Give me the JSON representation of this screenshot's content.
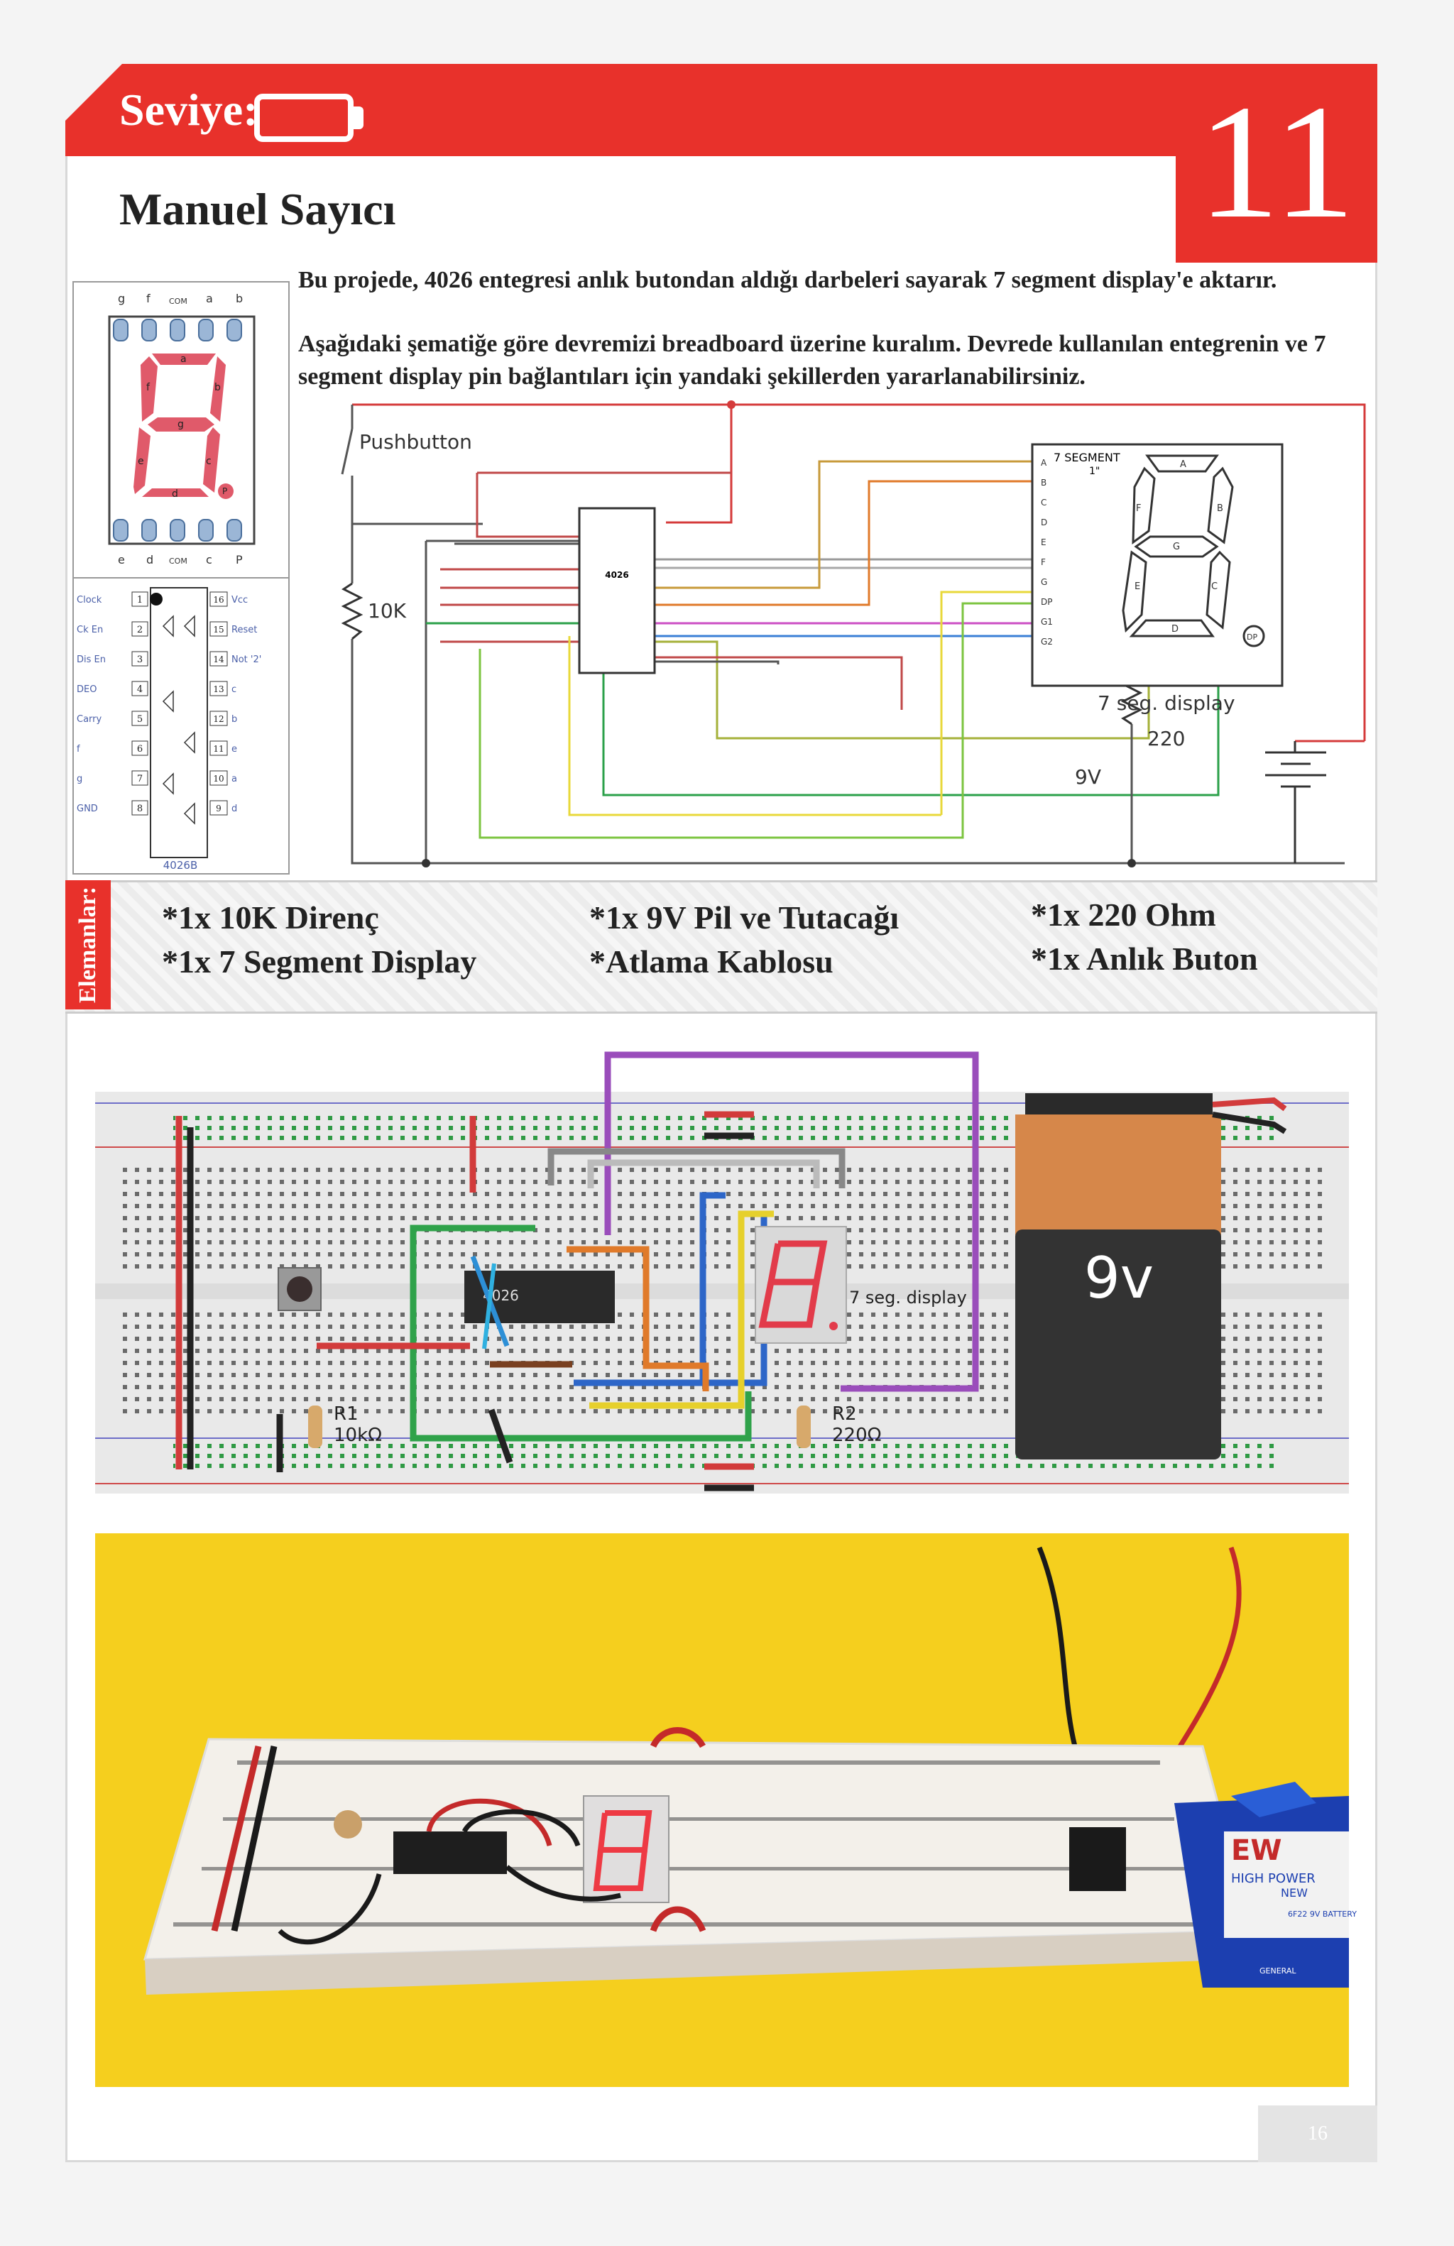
{
  "header": {
    "level_label": "Seviye:",
    "project_number": "11",
    "title": "Manuel Sayıcı"
  },
  "intro": {
    "paragraph1": "Bu projede, 4026 entegresi anlık butondan aldığı darbeleri sayarak 7 segment display'e aktarır.",
    "paragraph2": "Aşağıdaki şematiğe göre devremizi breadboard üzerine kuralım. Devrede kullanılan entegrenin ve 7 segment display pin bağlantıları için yandaki şekillerden yararlanabilirsiniz."
  },
  "pinout": {
    "top_labels": [
      "g",
      "f",
      "COM",
      "a",
      "b"
    ],
    "bottom_labels": [
      "e",
      "d",
      "COM",
      "c",
      "P"
    ],
    "segment_labels": [
      "a",
      "b",
      "c",
      "d",
      "e",
      "f",
      "g",
      "P"
    ],
    "ic_left_pins": [
      {
        "name": "Clock",
        "num": "1"
      },
      {
        "name": "Ck En",
        "num": "2"
      },
      {
        "name": "Dis En",
        "num": "3"
      },
      {
        "name": "DEO",
        "num": "4"
      },
      {
        "name": "Carry",
        "num": "5"
      },
      {
        "name": "f",
        "num": "6"
      },
      {
        "name": "g",
        "num": "7"
      },
      {
        "name": "GND",
        "num": "8"
      }
    ],
    "ic_right_pins": [
      {
        "name": "Vcc",
        "num": "16"
      },
      {
        "name": "Reset",
        "num": "15"
      },
      {
        "name": "Not '2'",
        "num": "14"
      },
      {
        "name": "c",
        "num": "13"
      },
      {
        "name": "b",
        "num": "12"
      },
      {
        "name": "e",
        "num": "11"
      },
      {
        "name": "a",
        "num": "10"
      },
      {
        "name": "d",
        "num": "9"
      }
    ],
    "ic_name": "4026B"
  },
  "schematic": {
    "pushbutton_label": "Pushbutton",
    "r1_label": "10K",
    "ic_label": "4026",
    "display_title": "7 SEGMENT",
    "display_sub": "1\"",
    "display_pins": [
      "A",
      "B",
      "C",
      "D",
      "E",
      "F",
      "G",
      "DP",
      "G1",
      "G2"
    ],
    "display_caption": "7 seg. display",
    "r2_label": "220",
    "battery_label": "9V",
    "segments": [
      "A",
      "B",
      "C",
      "D",
      "E",
      "F",
      "G",
      "DP"
    ]
  },
  "parts": {
    "section_label": "Elemanlar:",
    "items": [
      "*1x 10K Direnç",
      "*1x 7 Segment Display",
      "*1x 9V Pil ve Tutacağı",
      "*Atlama Kablosu",
      "*1x 220 Ohm",
      "*1x Anlık Buton"
    ]
  },
  "breadboard": {
    "r1_label": "R1",
    "r1_value": "10kΩ",
    "r2_label": "R2",
    "r2_value": "220Ω",
    "display_caption": "7 seg. display",
    "battery_text": "9v",
    "ic_text": "4026"
  },
  "photo": {
    "battery_brand": "EW",
    "battery_text": "HIGH POWER",
    "battery_sub": "NEW",
    "battery_model": "6F22 9V BATTERY",
    "battery_brand2": "GENERAL"
  },
  "footer": {
    "page_number": "16"
  },
  "colors": {
    "accent_red": "#e8312b",
    "display_red": "#e23b4a",
    "photo_yellow": "#f5cf1e"
  }
}
